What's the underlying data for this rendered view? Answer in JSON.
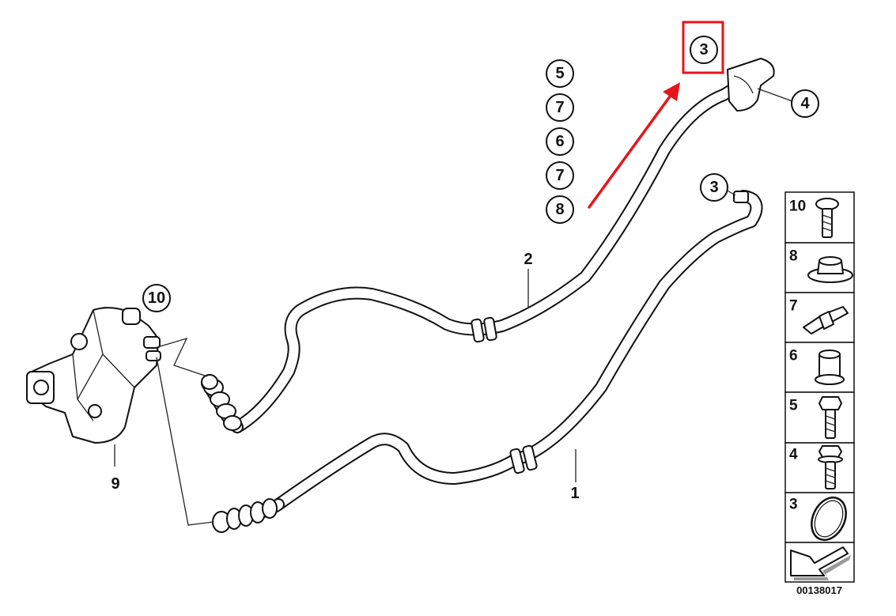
{
  "callouts": {
    "stack": [
      "5",
      "7",
      "6",
      "7",
      "8"
    ],
    "c3_top": "3",
    "c4": "4",
    "c3_right": "3",
    "c10": "10"
  },
  "labels": {
    "hose1": "1",
    "hose2": "2",
    "unit9": "9"
  },
  "legend": [
    "10",
    "8",
    "7",
    "6",
    "5",
    "4",
    "3"
  ],
  "reference_code": "00138017",
  "colors": {
    "highlight": "#e8141b",
    "line": "#111111",
    "background": "#ffffff"
  }
}
